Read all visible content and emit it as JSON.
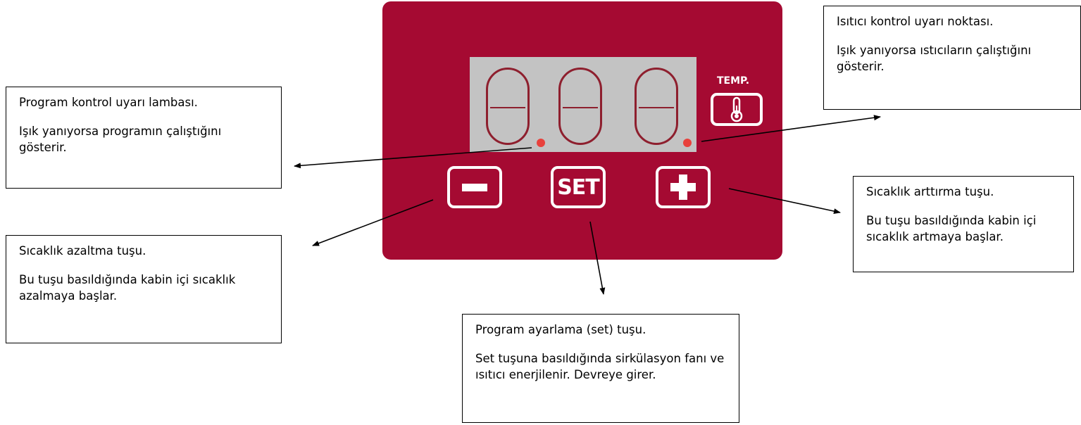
{
  "panel": {
    "temp_label": "TEMP.",
    "buttons": {
      "minus_icon": "minus-icon",
      "set_label": "SET",
      "plus_icon": "plus-icon"
    },
    "colors": {
      "panel": "#a50a32",
      "display": "#c3c3c3",
      "indicator": "#e8413c"
    }
  },
  "callouts": {
    "heater": {
      "title": "Isıtıcı kontrol uyarı noktası.",
      "body": "Işık yanıyorsa ıstıcıların çalıştığını gösterir."
    },
    "program": {
      "title": "Program kontrol uyarı lambası.",
      "body": "Işık yanıyorsa programın çalıştığını gösterir."
    },
    "increase": {
      "title": "Sıcaklık arttırma tuşu.",
      "body": "Bu tuşu basıldığında kabin içi sıcaklık artmaya başlar."
    },
    "decrease": {
      "title": "Sıcaklık azaltma tuşu.",
      "body": "Bu tuşu basıldığında kabin içi sıcaklık azalmaya başlar."
    },
    "set": {
      "title": "Program ayarlama (set) tuşu.",
      "body": "Set tuşuna basıldığında sirkülasyon fanı ve ısıtıcı enerjilenir. Devreye girer."
    }
  }
}
